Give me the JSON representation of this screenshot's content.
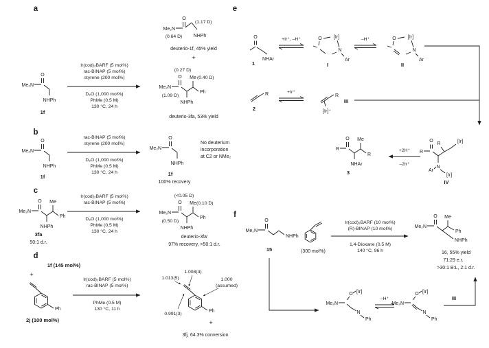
{
  "panel_a": {
    "label": "a",
    "reactant": {
      "me2n": "Me₂N",
      "o": "O",
      "nhph": "NHPh",
      "code": "1f"
    },
    "cond_top": [
      "Ir(cod)₂BARF (5 mol%)",
      "rac-BINAP (5 mol%)",
      "styrene (200 mol%)"
    ],
    "cond_bottom": [
      "D₂O (1,000 mol%)",
      "PhMe (0.5 M)",
      "130 °C, 24 h"
    ],
    "product1": {
      "o": "O",
      "me2n": "Me₂N",
      "nhph": "NHPh",
      "d_ch2": "(1.17 D)",
      "d_nme2": "(0.64 D)",
      "caption": "deuterio-1f, 45% yield"
    },
    "plus": "+",
    "product2": {
      "o": "O",
      "me2n": "Me₂N",
      "me": "Me",
      "ph": "Ph",
      "nhph": "NHPh",
      "d_alpha": "(0.27 D)",
      "d_me": "(0.40 D)",
      "d_nme2": "(1.09 D)",
      "caption": "deuterio-3fa, 53% yield"
    }
  },
  "panel_b": {
    "label": "b",
    "reactant": {
      "me2n": "Me₂N",
      "o": "O",
      "nhph": "NHPh",
      "code": "1f"
    },
    "cond_top": [
      "rac-BINAP (5 mol%)",
      "styrene (200 mol%)"
    ],
    "cond_bottom": [
      "D₂O (1,000 mol%)",
      "PhMe (0.5 M)",
      "130 °C, 24 h"
    ],
    "product": {
      "me2n": "Me₂N",
      "o": "O",
      "nhph": "NHPh",
      "code": "1f",
      "recovery": "100% recovery"
    },
    "note": [
      "No deuterium",
      "incorporation",
      "at C2 or NMe₂"
    ]
  },
  "panel_c": {
    "label": "c",
    "reactant": {
      "me2n": "Me₂N",
      "o": "O",
      "me": "Me",
      "ph": "Ph",
      "nhph": "NHPh",
      "code": "3fa",
      "dr": "50:1 d.r."
    },
    "cond_top": [
      "Ir(cod)₂BARF (5 mol%)",
      "rac-BINAP (5 mol%)"
    ],
    "cond_bottom": [
      "D₂O (1,000 mol%)",
      "PhMe (0.5 M)",
      "130 °C, 24 h"
    ],
    "product": {
      "me2n": "Me₂N",
      "o": "O",
      "me": "Me",
      "ph": "Ph",
      "nhph": "NHPh",
      "d_alpha": "(<0.05 D)",
      "d_me": "(0.10 D)",
      "d_nme2": "(0.50 D)",
      "caption1": "deuterio-3fa′",
      "caption2": "97% recovery, >50:1 d.r."
    }
  },
  "panel_d": {
    "label": "d",
    "reactant1": "1f (145 mol%)",
    "plus1": "+",
    "reactant2": {
      "ph": "Ph",
      "code": "2j (100 mol%)"
    },
    "cond_top": [
      "Ir(cod)₂BARF (5 mol%)",
      "rac-BINAP (5 mol%)"
    ],
    "cond_bottom": [
      "PhMe (0.5 M)",
      "130 °C, 11 h"
    ],
    "kie": {
      "v1": "1.013(5)",
      "v2": "1.008(4)",
      "v3": "0.991(3)",
      "v4": "1.000",
      "v4_note": "(assumed)",
      "ph": "Ph"
    },
    "plus2": "+",
    "caption": "3fj, 64.3% conversion"
  },
  "panel_e": {
    "label": "e",
    "species1": {
      "o": "O",
      "nhar": "NHAr",
      "code": "1"
    },
    "eq1_label": "+Ir⁺, –H⁺",
    "int1": {
      "o": "O",
      "ir": "[Ir]",
      "n": "N",
      "ar": "Ar",
      "code": "I"
    },
    "eq2_label": "–H⁺",
    "int2": {
      "o": "O",
      "ir": "[Ir]",
      "n": "N",
      "ar": "Ar",
      "code": "II"
    },
    "species2": {
      "r": "R",
      "code": "2"
    },
    "eq3_label": "+Ir⁺",
    "int3": {
      "r": "R",
      "ir": "[Ir]⁺",
      "code": "III"
    },
    "int4": {
      "o": "O",
      "r_amide": "R",
      "r_chain": "R",
      "ir_top": "[Ir]",
      "ir_n": "[Ir]",
      "n": "N",
      "ar": "Ar",
      "code": "IV"
    },
    "iv_to_3_top": "+2H⁺",
    "iv_to_3_bottom": "–2Ir⁺",
    "species3": {
      "o": "O",
      "r_amide": "R",
      "me": "Me",
      "r_chain": "R",
      "nhar": "NHAr",
      "code": "3"
    }
  },
  "panel_f": {
    "label": "f",
    "reactant": {
      "me2n": "Me₂N",
      "o": "O",
      "nhph": "NHPh",
      "code": "15"
    },
    "styrene_amount": "(300 mol%)",
    "cond_top": [
      "Ir(cod)₂BARF (10 mol%)",
      "(R)-BINAP (10 mol%)"
    ],
    "cond_bottom": [
      "1,4-Dioxane (0.5 M)",
      "140 °C, 96 h"
    ],
    "product": {
      "me2n": "Me₂N",
      "o": "O",
      "me": "Me",
      "ph": "Ph",
      "nhph": "NHPh",
      "caption1": "16, 55% yield",
      "caption2": "71:29 e.r.",
      "caption3": ">30:1 B:L, 2:1 d.r."
    },
    "int_a": {
      "me2n": "Me₂N",
      "o": "O",
      "ir": "[Ir]",
      "n": "N",
      "ph": "Ph"
    },
    "eq_label": "–H⁺",
    "int_b": {
      "me2n": "Me₂N",
      "o": "O",
      "ir": "[Ir]",
      "n": "N",
      "ph": "Ph"
    },
    "roman3": "III"
  }
}
